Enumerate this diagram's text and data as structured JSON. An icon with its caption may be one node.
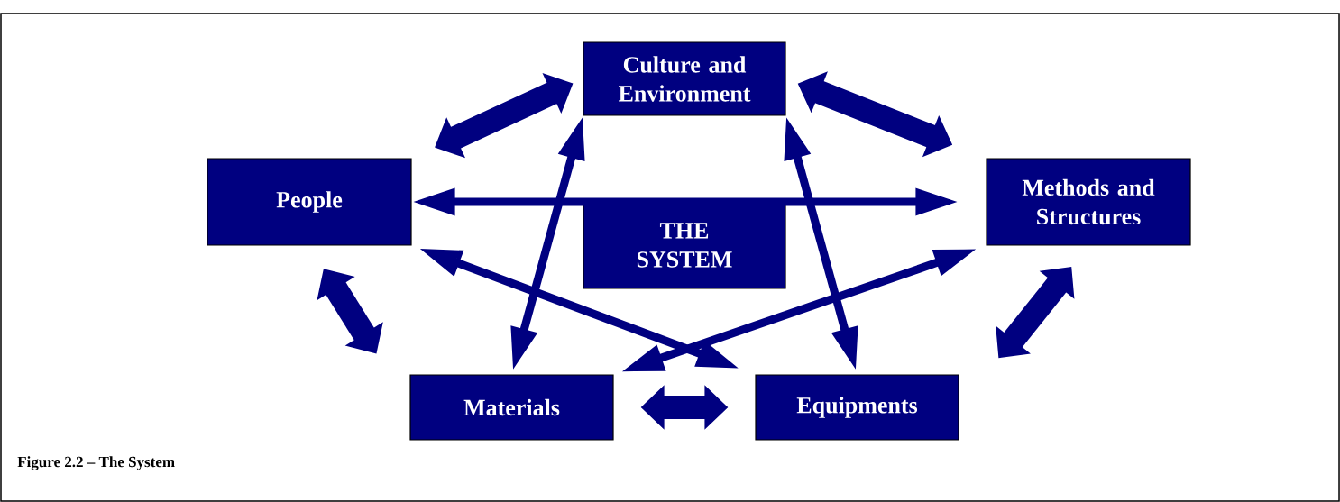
{
  "diagram": {
    "caption": "Figure 2.2 – The System",
    "nodes": [
      {
        "text": [
          "Culture and Environment"
        ]
      },
      {
        "text": [
          "People"
        ]
      },
      {
        "text": [
          "Methods and Structures"
        ]
      },
      {
        "text": [
          "THE SYSTEM"
        ]
      },
      {
        "text": [
          "Materials"
        ]
      },
      {
        "text": [
          "Equipments"
        ]
      }
    ],
    "edges": [
      {
        "from": 1,
        "to": 2,
        "arrow": "both"
      },
      {
        "from": 0,
        "to": 4,
        "arrow": "both"
      },
      {
        "from": 0,
        "to": 5,
        "arrow": "both"
      },
      {
        "from": 1,
        "to": 5,
        "arrow": "both"
      },
      {
        "from": 2,
        "to": 4,
        "arrow": "both"
      },
      {
        "from": 1,
        "to": 0,
        "arrow": "both",
        "style": "thick"
      },
      {
        "from": 0,
        "to": 2,
        "arrow": "both",
        "style": "thick"
      },
      {
        "from": 1,
        "to": 4,
        "arrow": "both",
        "style": "thick"
      },
      {
        "from": 2,
        "to": 5,
        "arrow": "both",
        "style": "thick"
      },
      {
        "from": 4,
        "to": 5,
        "arrow": "both",
        "style": "thick"
      }
    ]
  }
}
